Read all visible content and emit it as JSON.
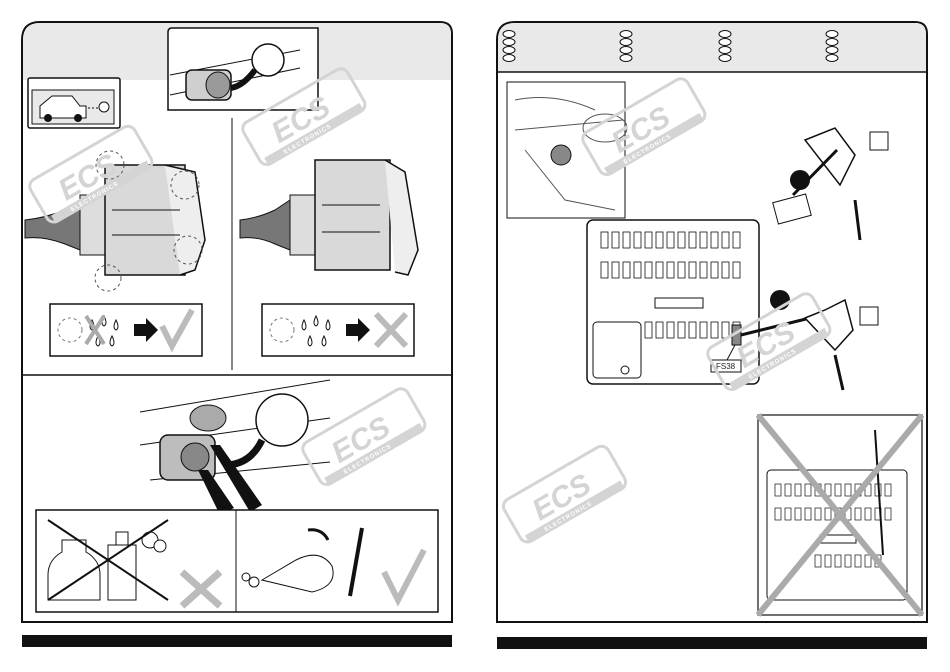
{
  "watermark": {
    "brand": "ECS",
    "subtitle": "ELECTRONICS"
  },
  "right_page": {
    "fuse_label": "FS38",
    "step_markers": [
      "",
      ""
    ]
  },
  "colors": {
    "frame": "#111111",
    "header_fill": "#e9e9e9",
    "watermark": "#d4d4d4",
    "bottom_bar": "#111111"
  },
  "icons": [
    "car-icon",
    "water-drops-icon",
    "check-icon",
    "cross-icon",
    "arrow-right-icon",
    "bottle-icon",
    "spray-can-icon",
    "air-blower-icon",
    "brush-icon",
    "towbar-socket-icon",
    "fuse-icon",
    "fuse-box-icon"
  ]
}
